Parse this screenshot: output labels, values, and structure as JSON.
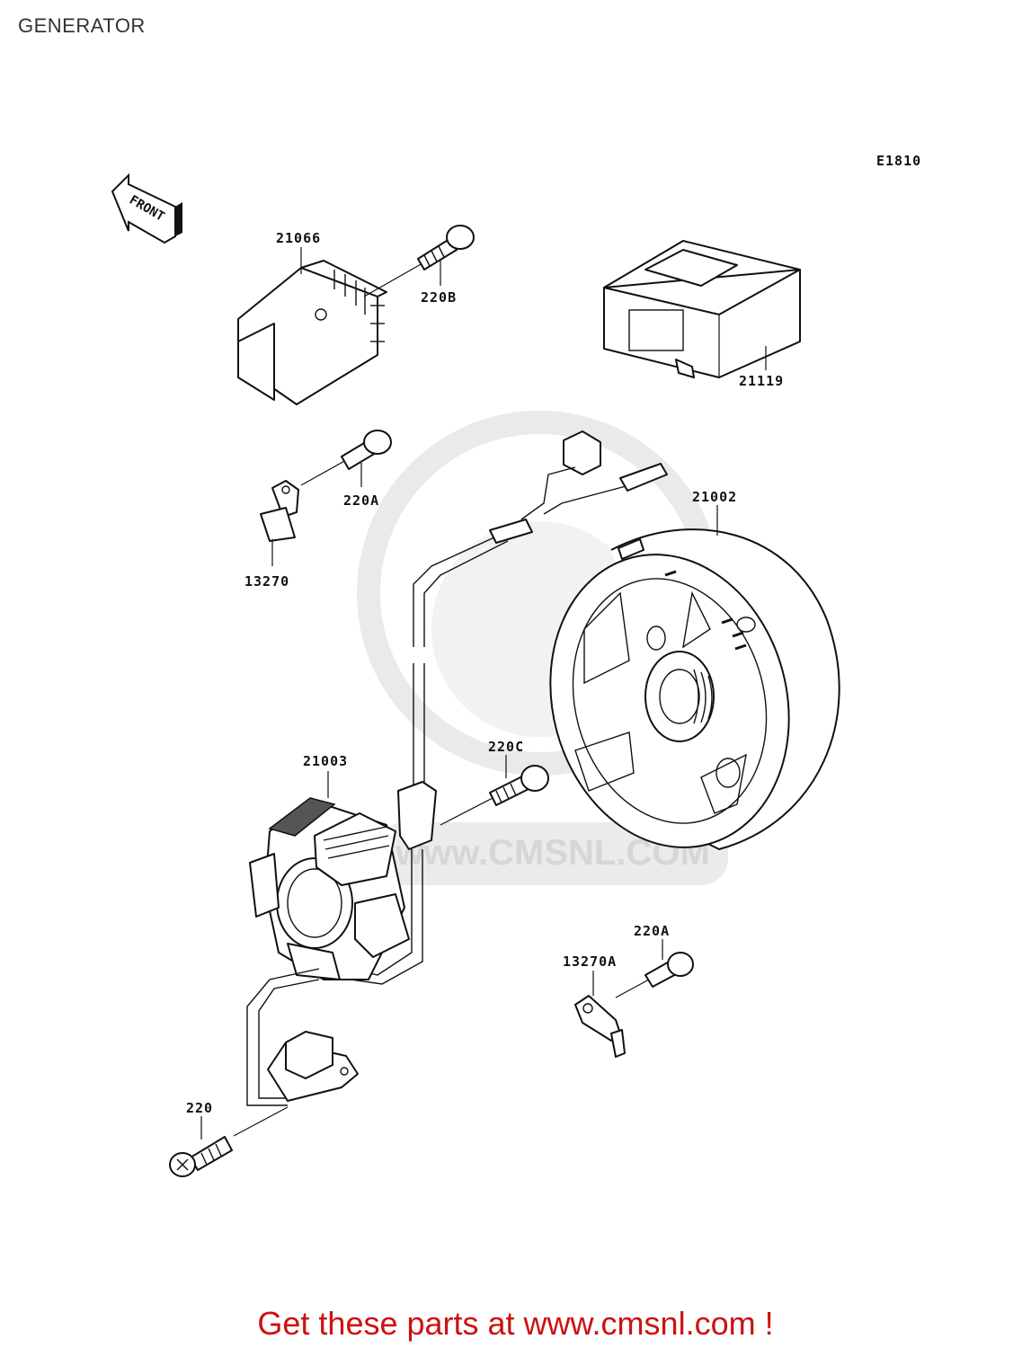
{
  "page": {
    "title": "GENERATOR",
    "diagram_code": "E1810",
    "front_marker": "FRONT",
    "watermark": "www.CMSNL.COM",
    "footer": "Get these parts at www.cmsnl.com !"
  },
  "parts": [
    {
      "ref": "21066"
    },
    {
      "ref": "220B"
    },
    {
      "ref": "21119"
    },
    {
      "ref": "220A"
    },
    {
      "ref": "13270"
    },
    {
      "ref": "21002"
    },
    {
      "ref": "21003"
    },
    {
      "ref": "220C"
    },
    {
      "ref": "220A"
    },
    {
      "ref": "13270A"
    },
    {
      "ref": "220"
    }
  ],
  "colors": {
    "footer": "#cc1111",
    "lines": "#111111",
    "watermark": "#e6e6e6"
  }
}
